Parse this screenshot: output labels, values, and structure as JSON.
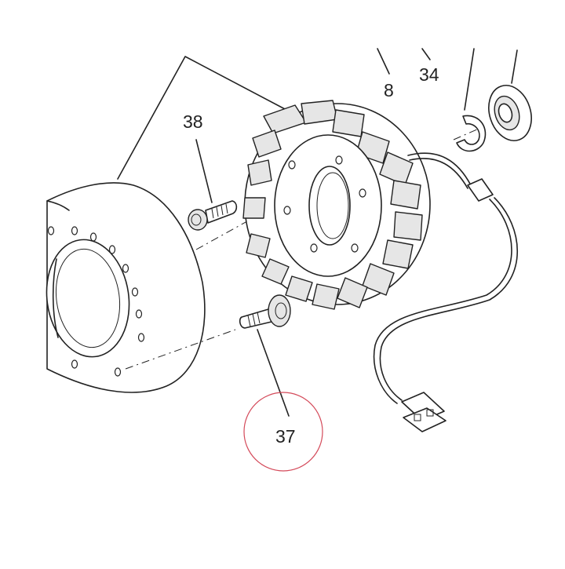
{
  "diagram": {
    "labels": {
      "part_8": "8",
      "part_34": "34",
      "part_38": "38",
      "part_37": "37"
    },
    "highlight_color": "#d44a5a",
    "line_color": "#222222"
  }
}
